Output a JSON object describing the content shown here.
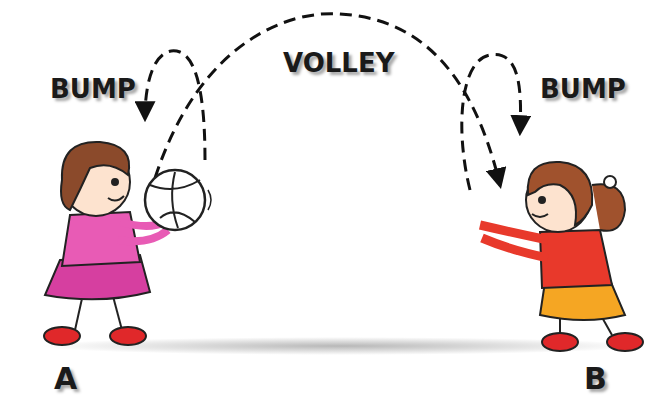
{
  "diagram": {
    "labels": [
      "BUMP",
      "VOLLEY",
      "BUMP",
      "A",
      "B"
    ]
  }
}
